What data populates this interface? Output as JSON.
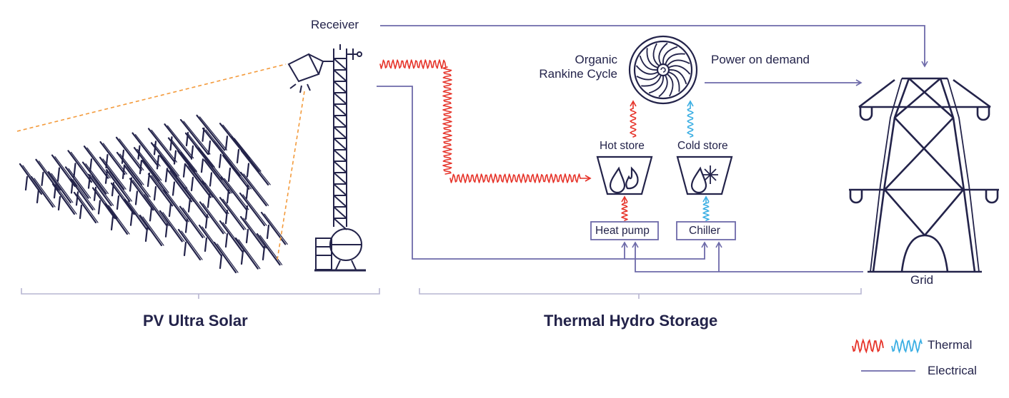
{
  "labels": {
    "receiver": "Receiver",
    "orc_line1": "Organic",
    "orc_line2": "Rankine Cycle",
    "power_on_demand": "Power on demand",
    "hot_store": "Hot store",
    "cold_store": "Cold store",
    "heat_pump": "Heat pump",
    "chiller": "Chiller",
    "grid": "Grid"
  },
  "sections": {
    "pv": "PV Ultra Solar",
    "ths": "Thermal Hydro Storage"
  },
  "legend": {
    "thermal": "Thermal",
    "electrical": "Electrical"
  },
  "colors": {
    "navy": "#23234a",
    "electrical": "#6d6aa9",
    "thermal_hot": "#e63329",
    "thermal_cold": "#3aaee3",
    "sun_ray": "#f39a3b",
    "bracket": "#b7b6d2"
  },
  "icons": [
    "mirror-field-icon",
    "solar-tower-icon",
    "receiver-lamp-icon",
    "turbine-icon",
    "hot-store-flame-icon",
    "cold-store-snowflake-icon",
    "pylon-icon"
  ]
}
